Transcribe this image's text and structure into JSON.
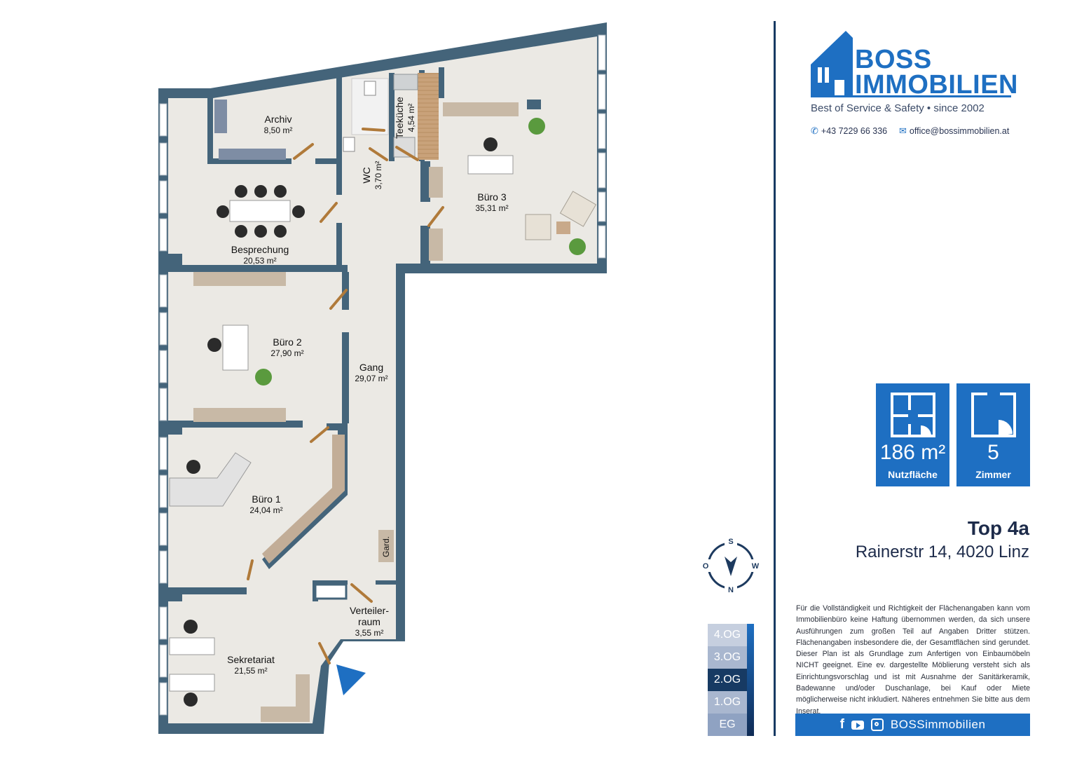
{
  "brand": {
    "name_line1": "BOSS",
    "name_line2": "IMMOBILIEN",
    "tagline": "Best of Service & Safety • since 2002",
    "phone": "+43 7229 66 336",
    "email": "office@bossimmobilien.at",
    "social_handle": "BOSSimmobilien",
    "accent_color": "#1e6fc2",
    "dark_color": "#173a63"
  },
  "stats": {
    "area_value": "186 m²",
    "area_label": "Nutzfläche",
    "rooms_value": "5",
    "rooms_label": "Zimmer"
  },
  "listing": {
    "title": "Top 4a",
    "address": "Rainerstr 14, 4020 Linz"
  },
  "disclaimer": "Für die Vollständigkeit und Richtigkeit der Flächenangaben kann vom Immobilienbüro keine Haftung übernommen werden, da sich unsere Ausführungen zum großen Teil auf Angaben Dritter stützen. Flächenangaben insbesondere die, der Gesamtflächen sind gerundet. Dieser Plan ist als Grundlage zum Anfertigen von Einbaumöbeln NICHT geeignet. Eine ev. dargestellte Möblierung versteht sich als Einrichtungsvorschlag und ist mit Ausnahme der Sanitärkeramik, Badewanne und/oder Duschanlage, bei Kauf oder Miete möglicherweise nicht inkludiert. Näheres entnehmen Sie bitte aus dem Inserat.",
  "compass": {
    "north": "N",
    "south": "S",
    "east": "O",
    "west": "W"
  },
  "floors": {
    "items": [
      "4.OG",
      "3.OG",
      "2.OG",
      "1.OG",
      "EG"
    ],
    "active": "2.OG"
  },
  "rooms": {
    "archiv": {
      "name": "Archiv",
      "area": "8,50 m²"
    },
    "besprechung": {
      "name": "Besprechung",
      "area": "20,53 m²"
    },
    "wc": {
      "name": "WC",
      "area": "3,70 m²"
    },
    "teekueche": {
      "name": "Teeküche",
      "area": "4,54 m²"
    },
    "buero3": {
      "name": "Büro 3",
      "area": "35,31 m²"
    },
    "buero2": {
      "name": "Büro 2",
      "area": "27,90 m²"
    },
    "gang": {
      "name": "Gang",
      "area": "29,07 m²"
    },
    "buero1": {
      "name": "Büro 1",
      "area": "24,04 m²"
    },
    "gard": {
      "name": "Gard."
    },
    "verteiler": {
      "name_line1": "Verteiler-",
      "name_line2": "raum",
      "area": "3,55 m²"
    },
    "sekretariat": {
      "name": "Sekretariat",
      "area": "21,55 m²"
    }
  }
}
